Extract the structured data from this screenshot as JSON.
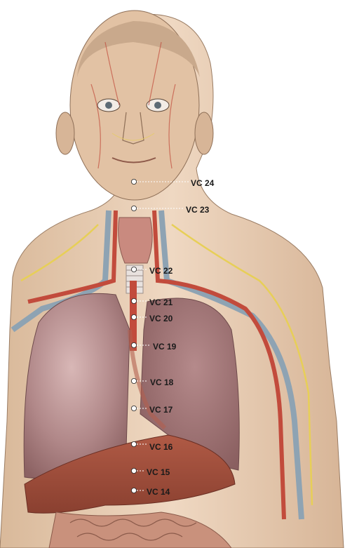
{
  "figure": {
    "points": [
      {
        "id": "vc24",
        "label": "VC 24"
      },
      {
        "id": "vc23",
        "label": "VC 23"
      },
      {
        "id": "vc22",
        "label": "VC 22"
      },
      {
        "id": "vc21",
        "label": "VC 21"
      },
      {
        "id": "vc20",
        "label": "VC 20"
      },
      {
        "id": "vc19",
        "label": "VC 19"
      },
      {
        "id": "vc18",
        "label": "VC 18"
      },
      {
        "id": "vc17",
        "label": "VC 17"
      },
      {
        "id": "vc16",
        "label": "VC 16"
      },
      {
        "id": "vc15",
        "label": "VC 15"
      },
      {
        "id": "vc14",
        "label": "VC 14"
      }
    ],
    "colors": {
      "skin": "#e9cdb0",
      "lung": "#a9797a",
      "liver": "#9c4d3a",
      "artery": "#c24b3c",
      "vein": "#8ea3b3",
      "nerve": "#e7cf57",
      "marker": "#ffffff"
    }
  }
}
